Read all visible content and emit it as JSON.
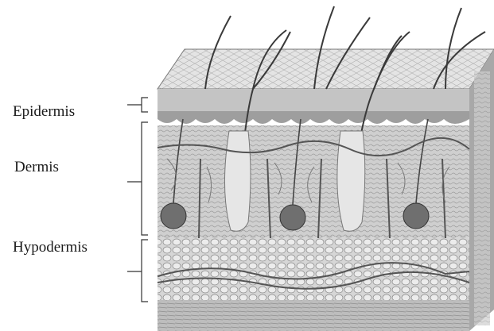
{
  "labels": {
    "epidermis": "Epidermis",
    "dermis": "Dermis",
    "hypodermis": "Hypodermis"
  }
}
